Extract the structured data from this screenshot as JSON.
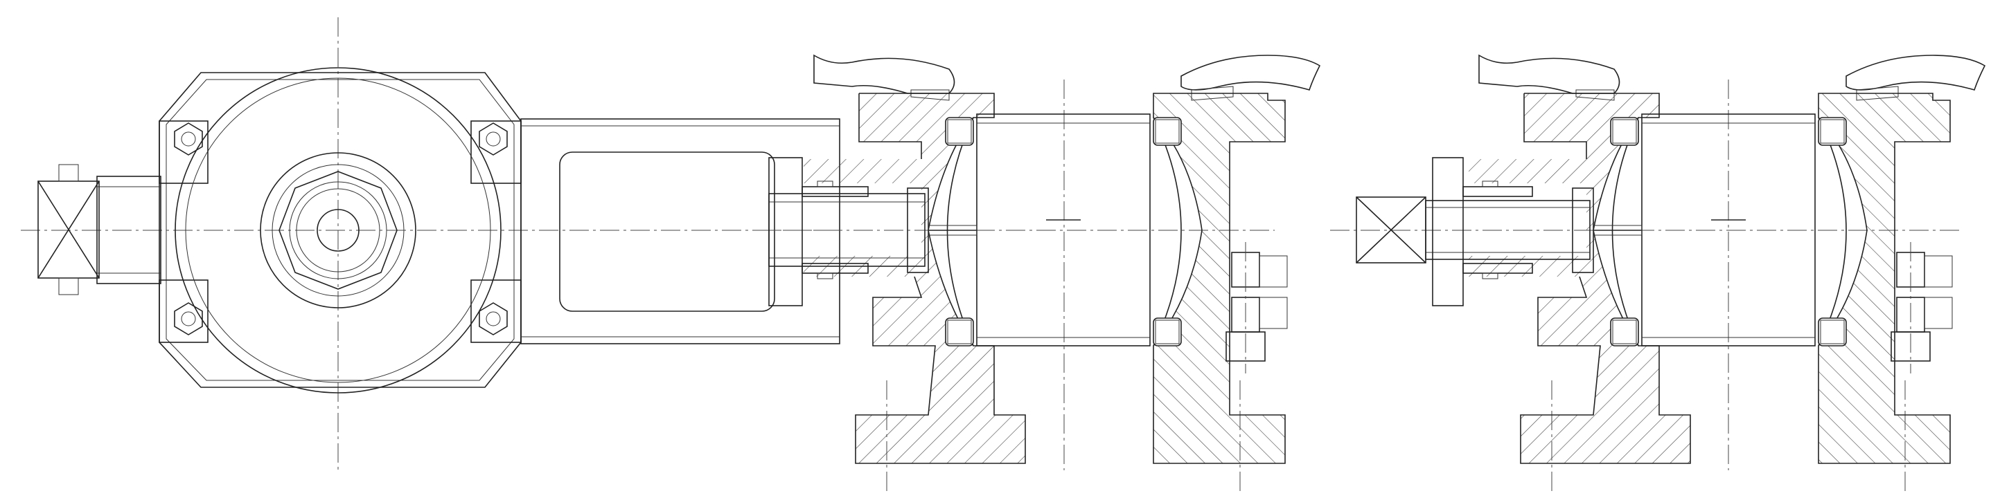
{
  "drawing": {
    "subject": "",
    "line_color": "#222222",
    "hatch_color": "#444444",
    "background": "#ffffff"
  },
  "views": [
    {
      "id": "actuator-end-view"
    },
    {
      "id": "valve-section-with-actuator"
    },
    {
      "id": "valve-section-bare-stem"
    }
  ]
}
